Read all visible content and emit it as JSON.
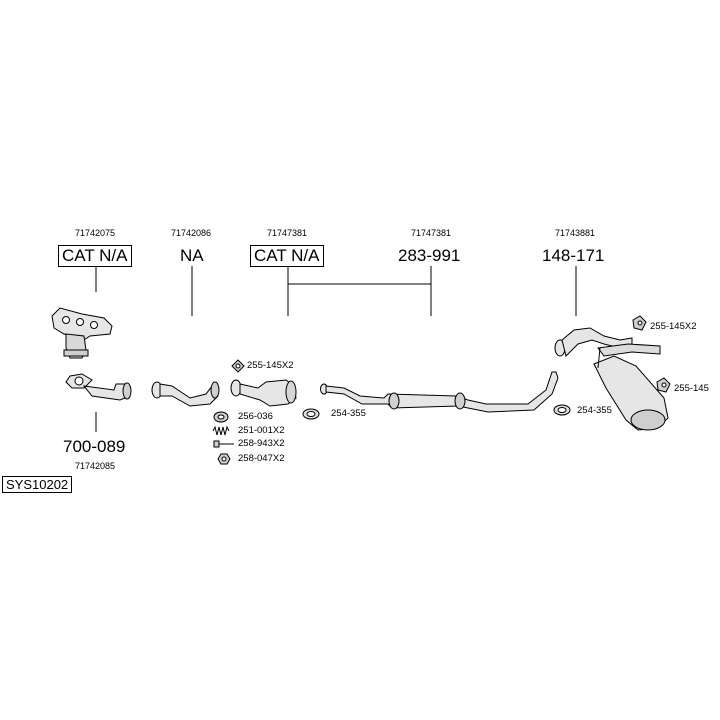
{
  "system": {
    "code": "SYS10202"
  },
  "oem_numbers": {
    "manifold": "71742075",
    "front_pipe": "71742086",
    "catalyst": "71747381",
    "middle_silencer": "71747381",
    "rear_silencer": "71743881",
    "down_pipe": "71742085"
  },
  "callouts": {
    "manifold": "CAT N/A",
    "front_pipe": "NA",
    "catalyst": "CAT N/A",
    "middle_silencer": "283-991",
    "rear_silencer": "148-171",
    "down_pipe": "700-089"
  },
  "accessories": {
    "gasket_cat": "255-145X2",
    "gasket_cat_b": "256-036",
    "spring": "251-001X2",
    "bolt": "258-943X2",
    "nut": "258-047X2",
    "clamp_mid": "254-355",
    "clamp_rear": "254-355",
    "rubber_top": "255-145X2",
    "rubber_right": "255-145"
  }
}
